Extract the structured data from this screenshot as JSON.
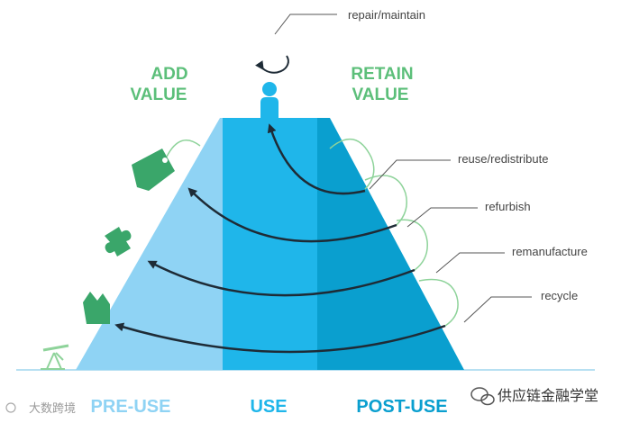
{
  "headers": {
    "add_value_line1": "ADD",
    "add_value_line2": "VALUE",
    "retain_value_line1": "RETAIN",
    "retain_value_line2": "VALUE"
  },
  "phases": {
    "pre_use": "PRE-USE",
    "use": "USE",
    "post_use": "POST-USE"
  },
  "loops": {
    "repair": "repair/maintain",
    "reuse": "reuse/redistribute",
    "refurbish": "refurbish",
    "remanufacture": "remanufacture",
    "recycle": "recycle"
  },
  "watermark": {
    "left_text": "大数跨境",
    "right_text": "供应链金融学堂"
  },
  "icons": {
    "phase_icons": [
      "oil-pump-icon",
      "factory-icon",
      "puzzle-piece-icon",
      "price-tag-icon",
      "person-icon"
    ]
  },
  "colors": {
    "green_text": "#5cbf7a",
    "pre_use": "#8fd3f4",
    "use": "#1fb6ea",
    "post_use": "#0a9fcf",
    "arrow": "#1e2b36",
    "line": "#555555",
    "loop_green": "#8ed39a"
  }
}
